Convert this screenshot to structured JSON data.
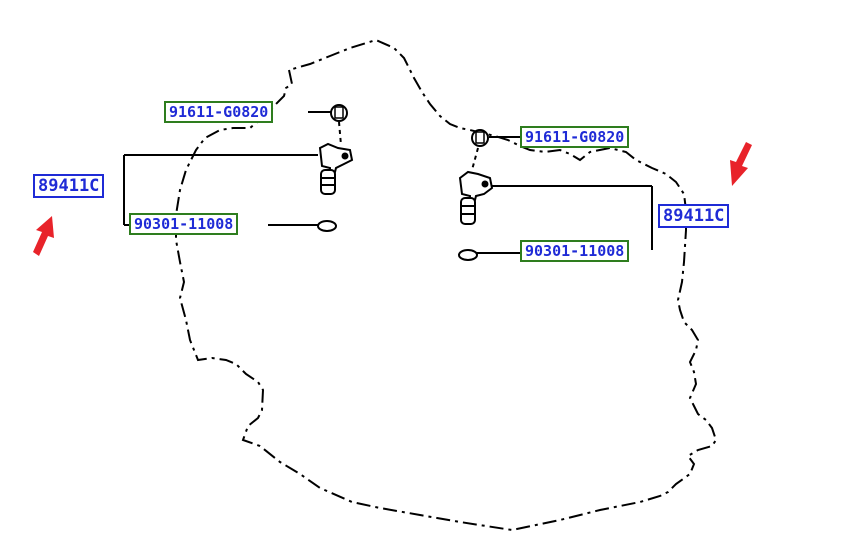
{
  "diagram": {
    "callouts": {
      "left_bolt": "91611-G0820",
      "left_sensor": "89411C",
      "left_oring": "90301-11008",
      "right_bolt": "91611-G0820",
      "right_sensor": "89411C",
      "right_oring": "90301-11008"
    }
  },
  "colors": {
    "sensor_callout_border": "#1f2bd6",
    "part_callout_border": "#2e7d1e",
    "callout_text": "#1f2bd6",
    "arrow": "#e8232a",
    "line": "#000000"
  }
}
